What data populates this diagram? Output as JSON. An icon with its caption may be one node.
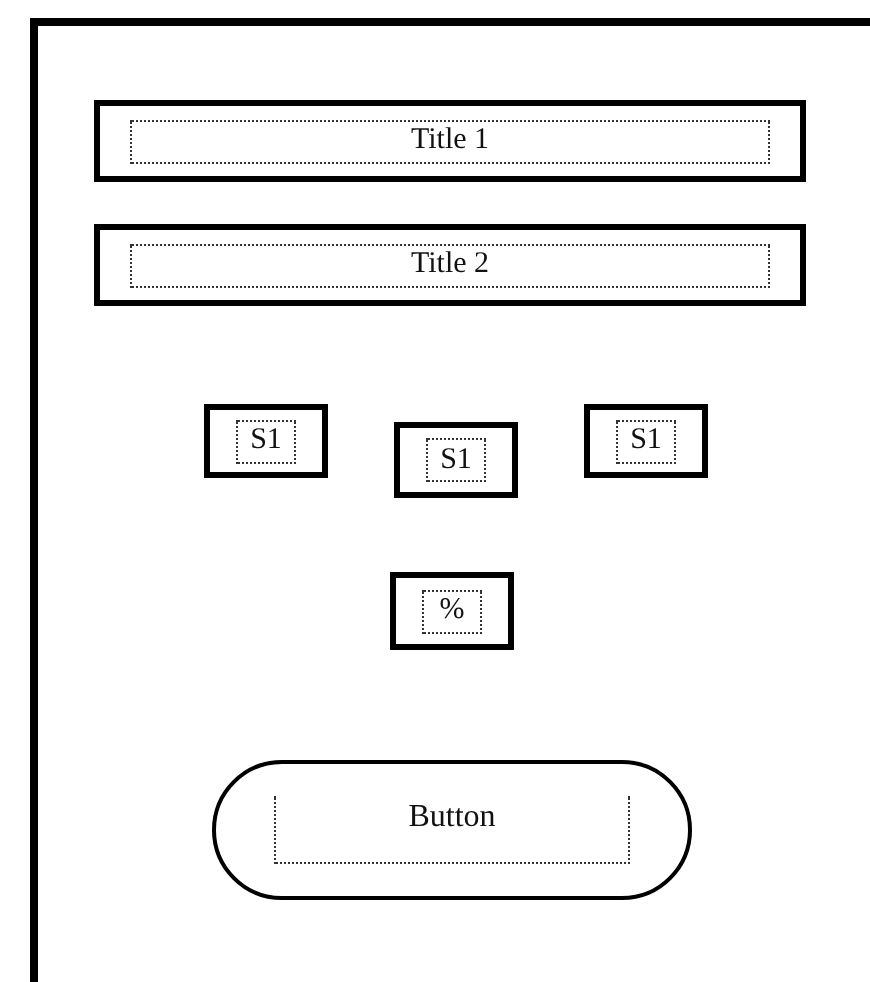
{
  "diagram": {
    "nodes": [
      {
        "text": [
          "Title 1"
        ]
      },
      {
        "text": [
          "Title 2"
        ]
      },
      {
        "text": [
          "S1"
        ]
      },
      {
        "text": [
          "S1"
        ]
      },
      {
        "text": [
          "S1"
        ]
      },
      {
        "text": [
          "%"
        ]
      },
      {
        "text": [
          "Button"
        ]
      }
    ],
    "edges": []
  }
}
